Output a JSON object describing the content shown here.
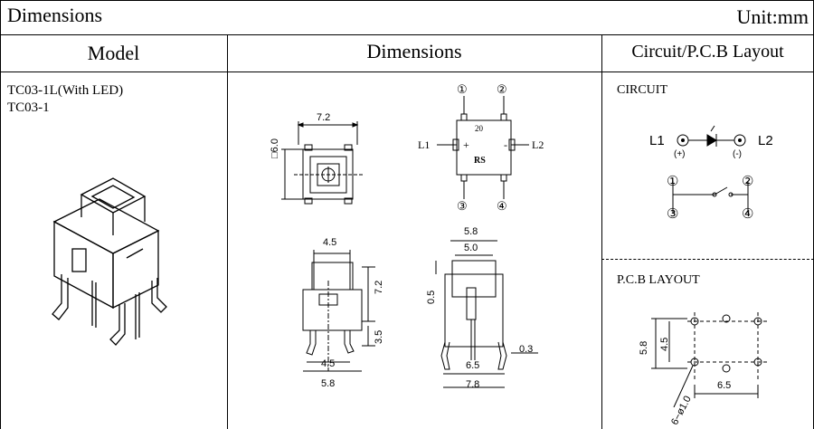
{
  "header": {
    "title": "Dimensions",
    "unit": "Unit:mm"
  },
  "columns": {
    "model": "Model",
    "dimensions": "Dimensions",
    "layout": "Circuit/P.C.B Layout"
  },
  "models": [
    "TC03-1L(With LED)",
    "TC03-1"
  ],
  "top_view": {
    "width_label": "7.2",
    "square_label": "□6.0"
  },
  "pin_view": {
    "pins": [
      "①",
      "②",
      "③",
      "④"
    ],
    "l1": "L1",
    "l2": "L2",
    "mark_20": "20",
    "mark_rs": "RS",
    "plus": "+",
    "minus": "-"
  },
  "side_view": {
    "top": "4.5",
    "h1": "7.2",
    "h2": "3.5",
    "bottom1": "4.5",
    "bottom2": "5.8"
  },
  "front_view": {
    "top1": "5.8",
    "top2": "5.0",
    "left": "0.5",
    "right": "0.3",
    "bottom1": "6.5",
    "bottom2": "7.8"
  },
  "circuit": {
    "title": "CIRCUIT",
    "l1": "L1",
    "l2": "L2",
    "plus": "(+)",
    "minus": "(-)",
    "pins": [
      "①",
      "②",
      "③",
      "④"
    ]
  },
  "pcb": {
    "title": "P.C.B LAYOUT",
    "v1": "5.8",
    "v2": "4.5",
    "h": "6.5",
    "hole": "6−ø1.0"
  }
}
